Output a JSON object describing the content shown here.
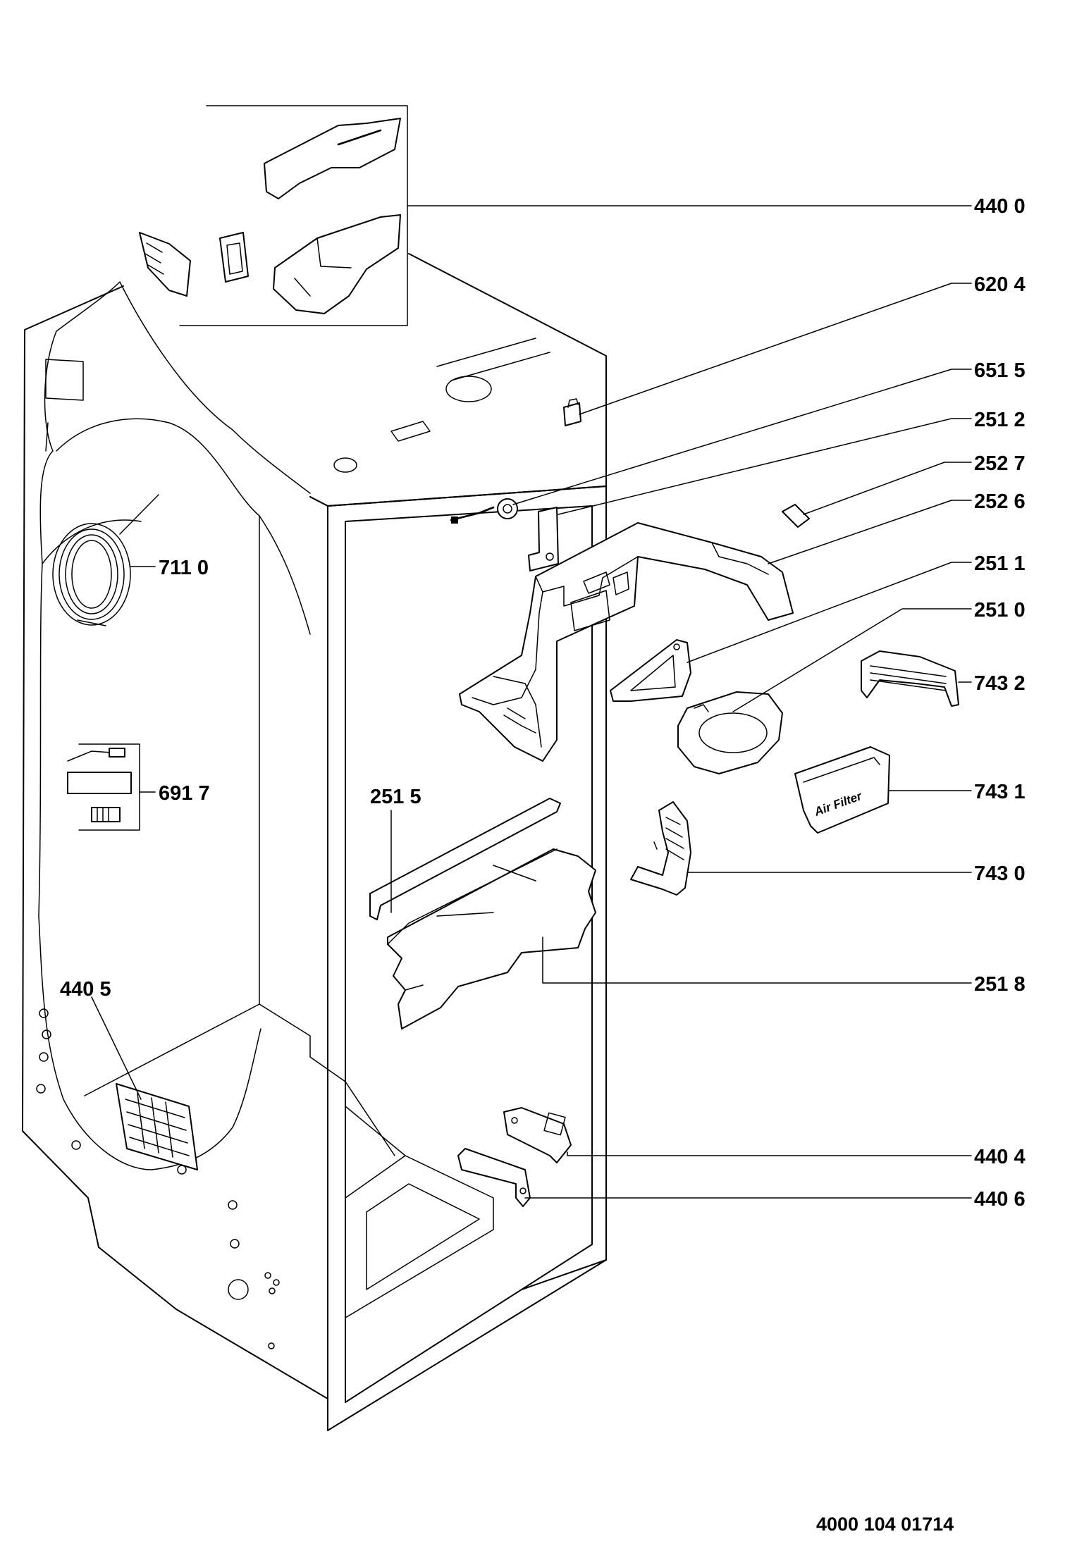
{
  "callouts": [
    {
      "id": "440-0",
      "label": "440 0"
    },
    {
      "id": "620-4",
      "label": "620 4"
    },
    {
      "id": "651-5",
      "label": "651 5"
    },
    {
      "id": "251-2",
      "label": "251 2"
    },
    {
      "id": "252-7",
      "label": "252 7"
    },
    {
      "id": "252-6",
      "label": "252 6"
    },
    {
      "id": "711-0",
      "label": "711 0"
    },
    {
      "id": "251-1",
      "label": "251 1"
    },
    {
      "id": "251-0",
      "label": "251 0"
    },
    {
      "id": "743-2",
      "label": "743 2"
    },
    {
      "id": "691-7",
      "label": "691 7"
    },
    {
      "id": "251-5",
      "label": "251 5"
    },
    {
      "id": "743-1",
      "label": "743 1"
    },
    {
      "id": "743-0",
      "label": "743 0"
    },
    {
      "id": "440-5",
      "label": "440 5"
    },
    {
      "id": "251-8",
      "label": "251 8"
    },
    {
      "id": "440-4",
      "label": "440 4"
    },
    {
      "id": "440-6",
      "label": "440 6"
    }
  ],
  "part_text": {
    "air_filter": "Air Filter"
  },
  "document_number": "4000 104 01714",
  "colors": {
    "ink": "#000000",
    "paper": "#ffffff"
  }
}
